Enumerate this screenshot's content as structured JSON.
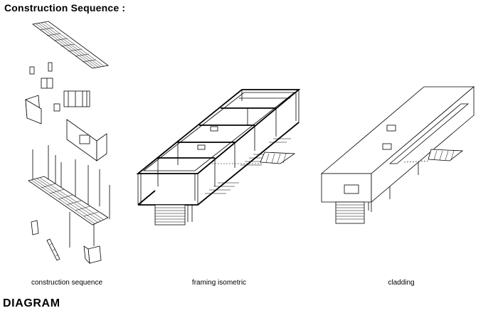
{
  "page": {
    "title": "Construction Sequence :",
    "footer": "DIAGRAM"
  },
  "panels": [
    {
      "id": "construction",
      "caption": "construction sequence"
    },
    {
      "id": "framing",
      "caption": "framing isometric"
    },
    {
      "id": "cladding",
      "caption": "cladding"
    }
  ]
}
